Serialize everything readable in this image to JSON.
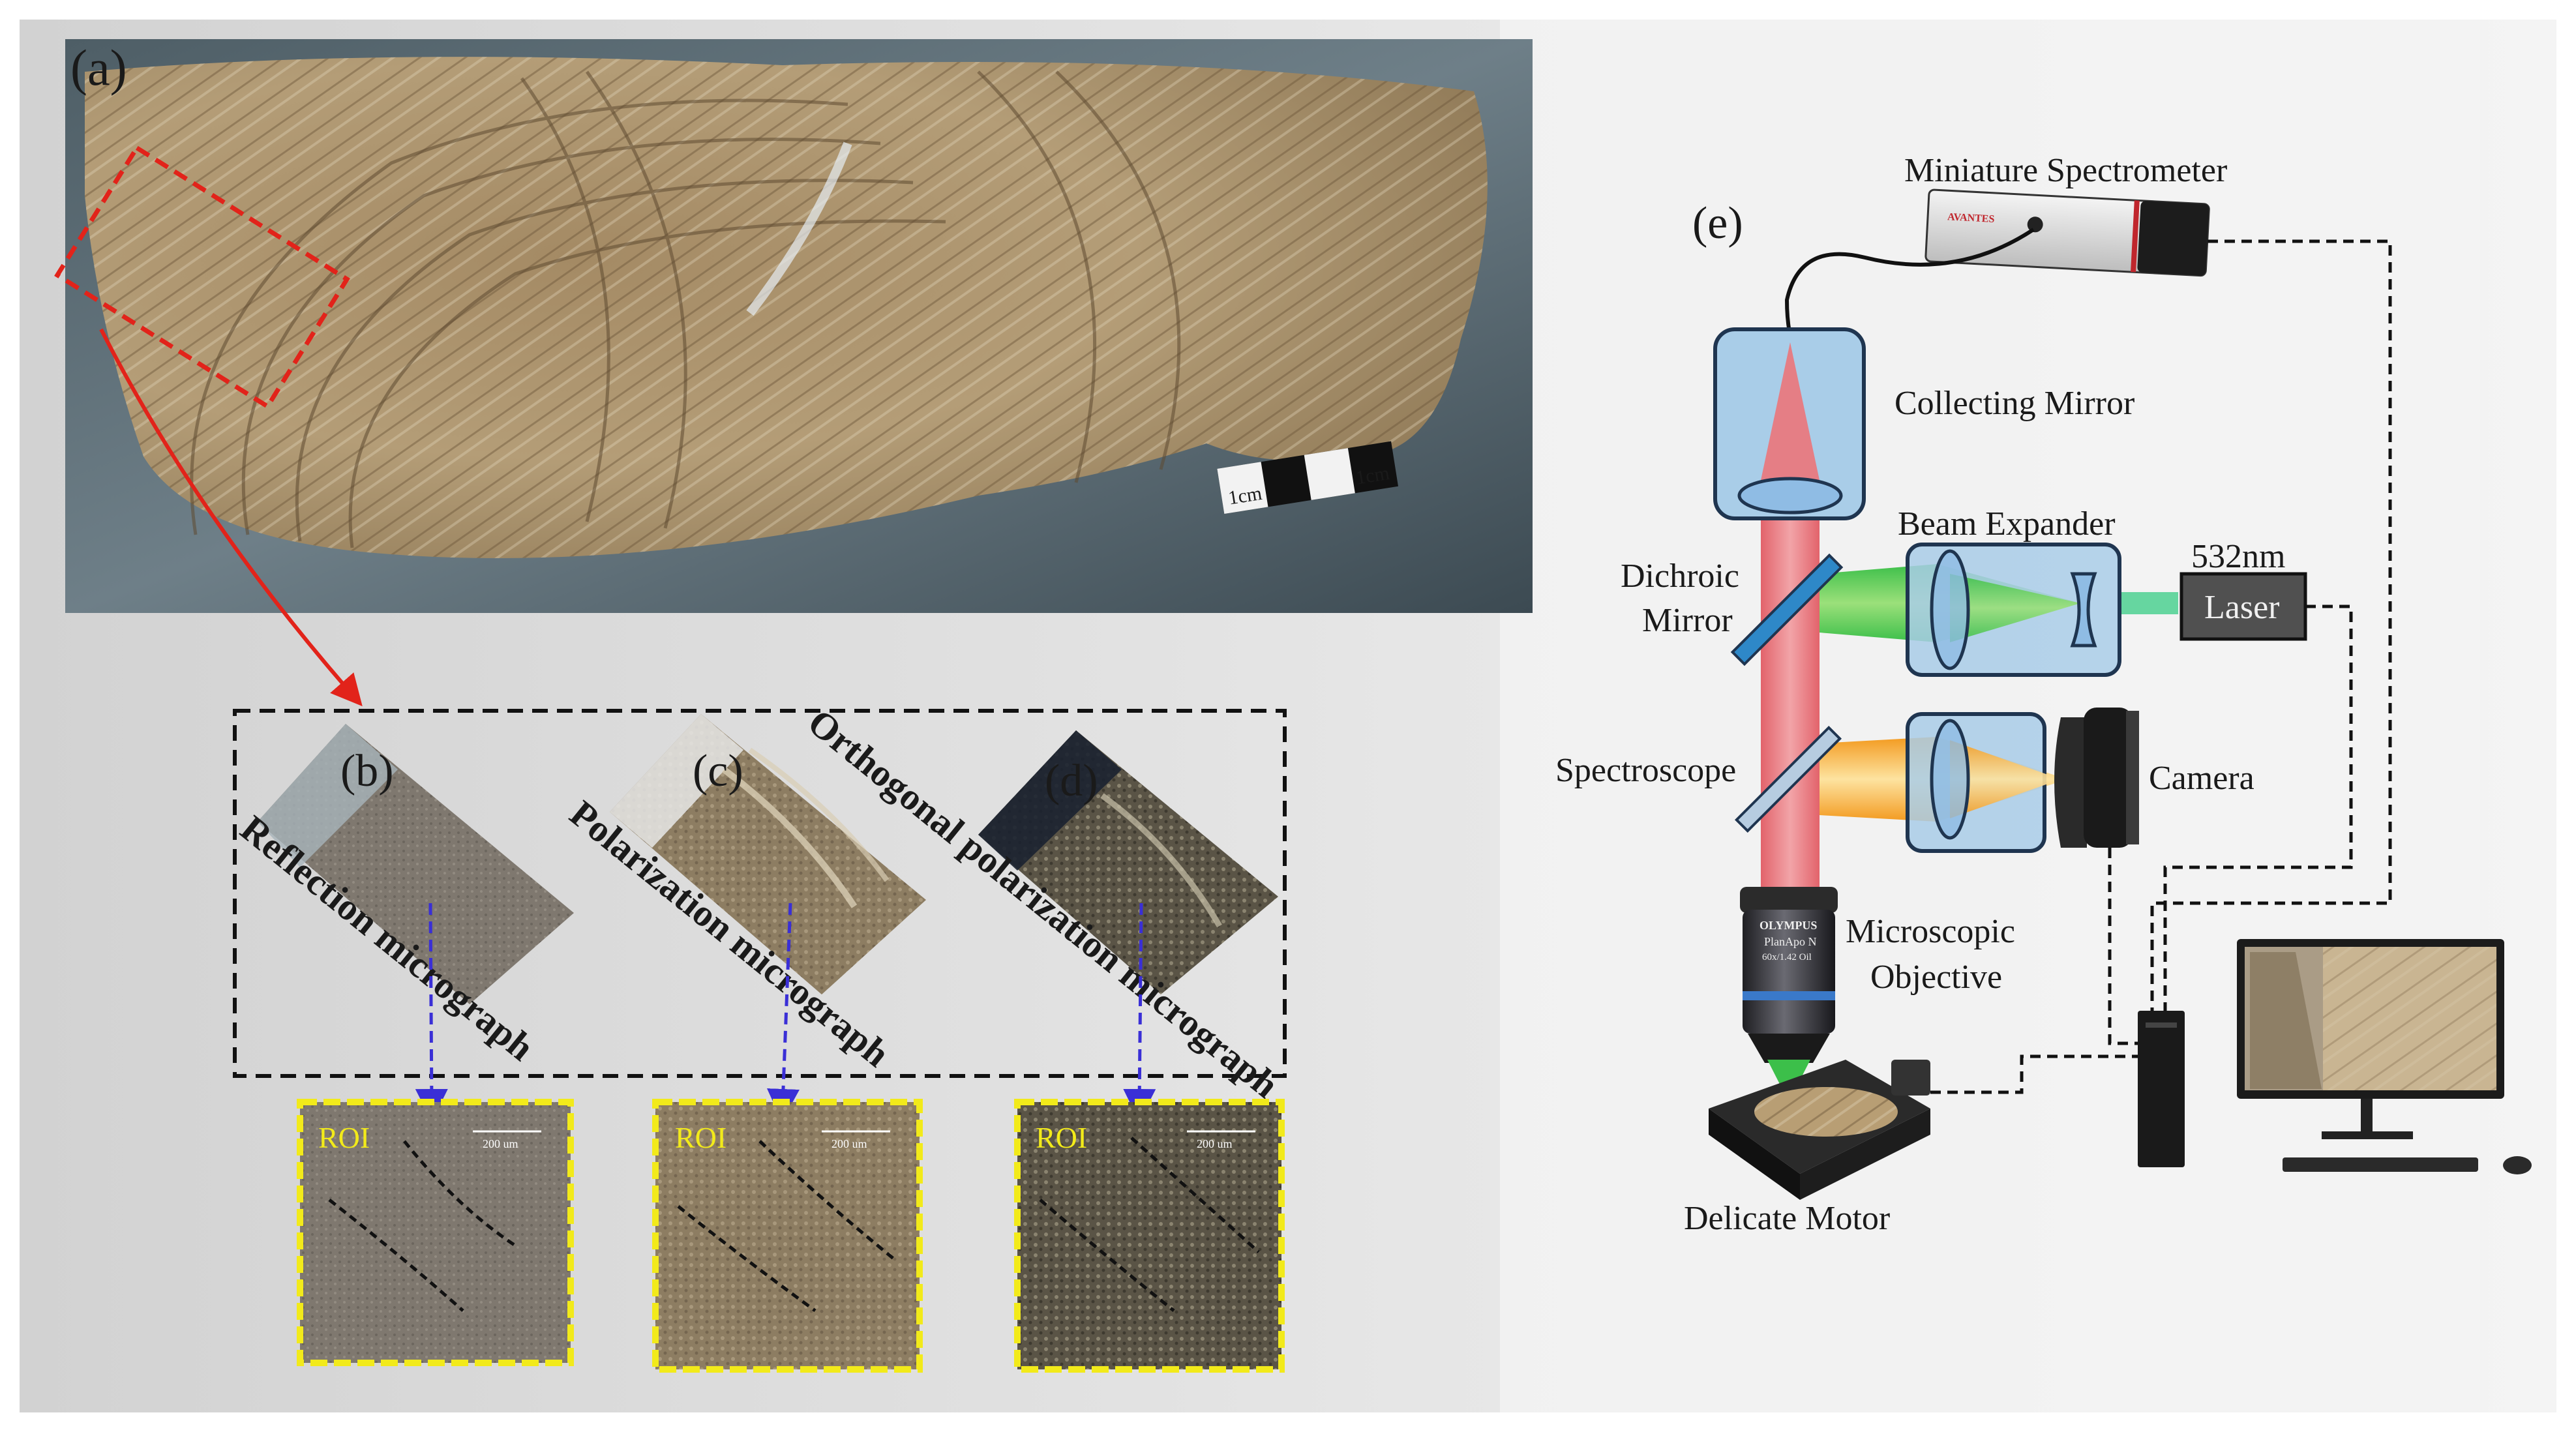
{
  "panels": {
    "a": "(a)",
    "b": "(b)",
    "c": "(c)",
    "d": "(d)",
    "e": "(e)"
  },
  "scale_bar": {
    "left": "1cm",
    "right": "1cm"
  },
  "micrographs": {
    "reflection": "Reflection micrograph",
    "polarization": "Polarization micrograph",
    "orthogonal": "Orthogonal polarization micrograph"
  },
  "roi": {
    "label": "ROI",
    "scale": "200 um"
  },
  "setup": {
    "spectrometer": "Miniature  Spectrometer",
    "collecting_mirror": "Collecting Mirror",
    "beam_expander": "Beam Expander",
    "wavelength": "532nm",
    "laser": "Laser",
    "dichroic_line1": "Dichroic",
    "dichroic_line2": "Mirror",
    "spectroscope": "Spectroscope",
    "camera": "Camera",
    "objective_line1": "Microscopic",
    "objective_line2": "Objective",
    "motor": "Delicate Motor",
    "objective_brand": "OLYMPUS",
    "objective_model": "PlanApo N",
    "objective_spec": "60x/1.42 Oil"
  },
  "colors": {
    "red_beam": "#e8797f",
    "green_beam": "#3cbf4a",
    "orange_beam": "#f5a623",
    "optic_blue": "#a9cde8",
    "optic_stroke": "#1f3550",
    "roi_border": "#f2ea1a",
    "arrow_blue": "#3a2fd6",
    "dash_red": "#e2231a"
  }
}
